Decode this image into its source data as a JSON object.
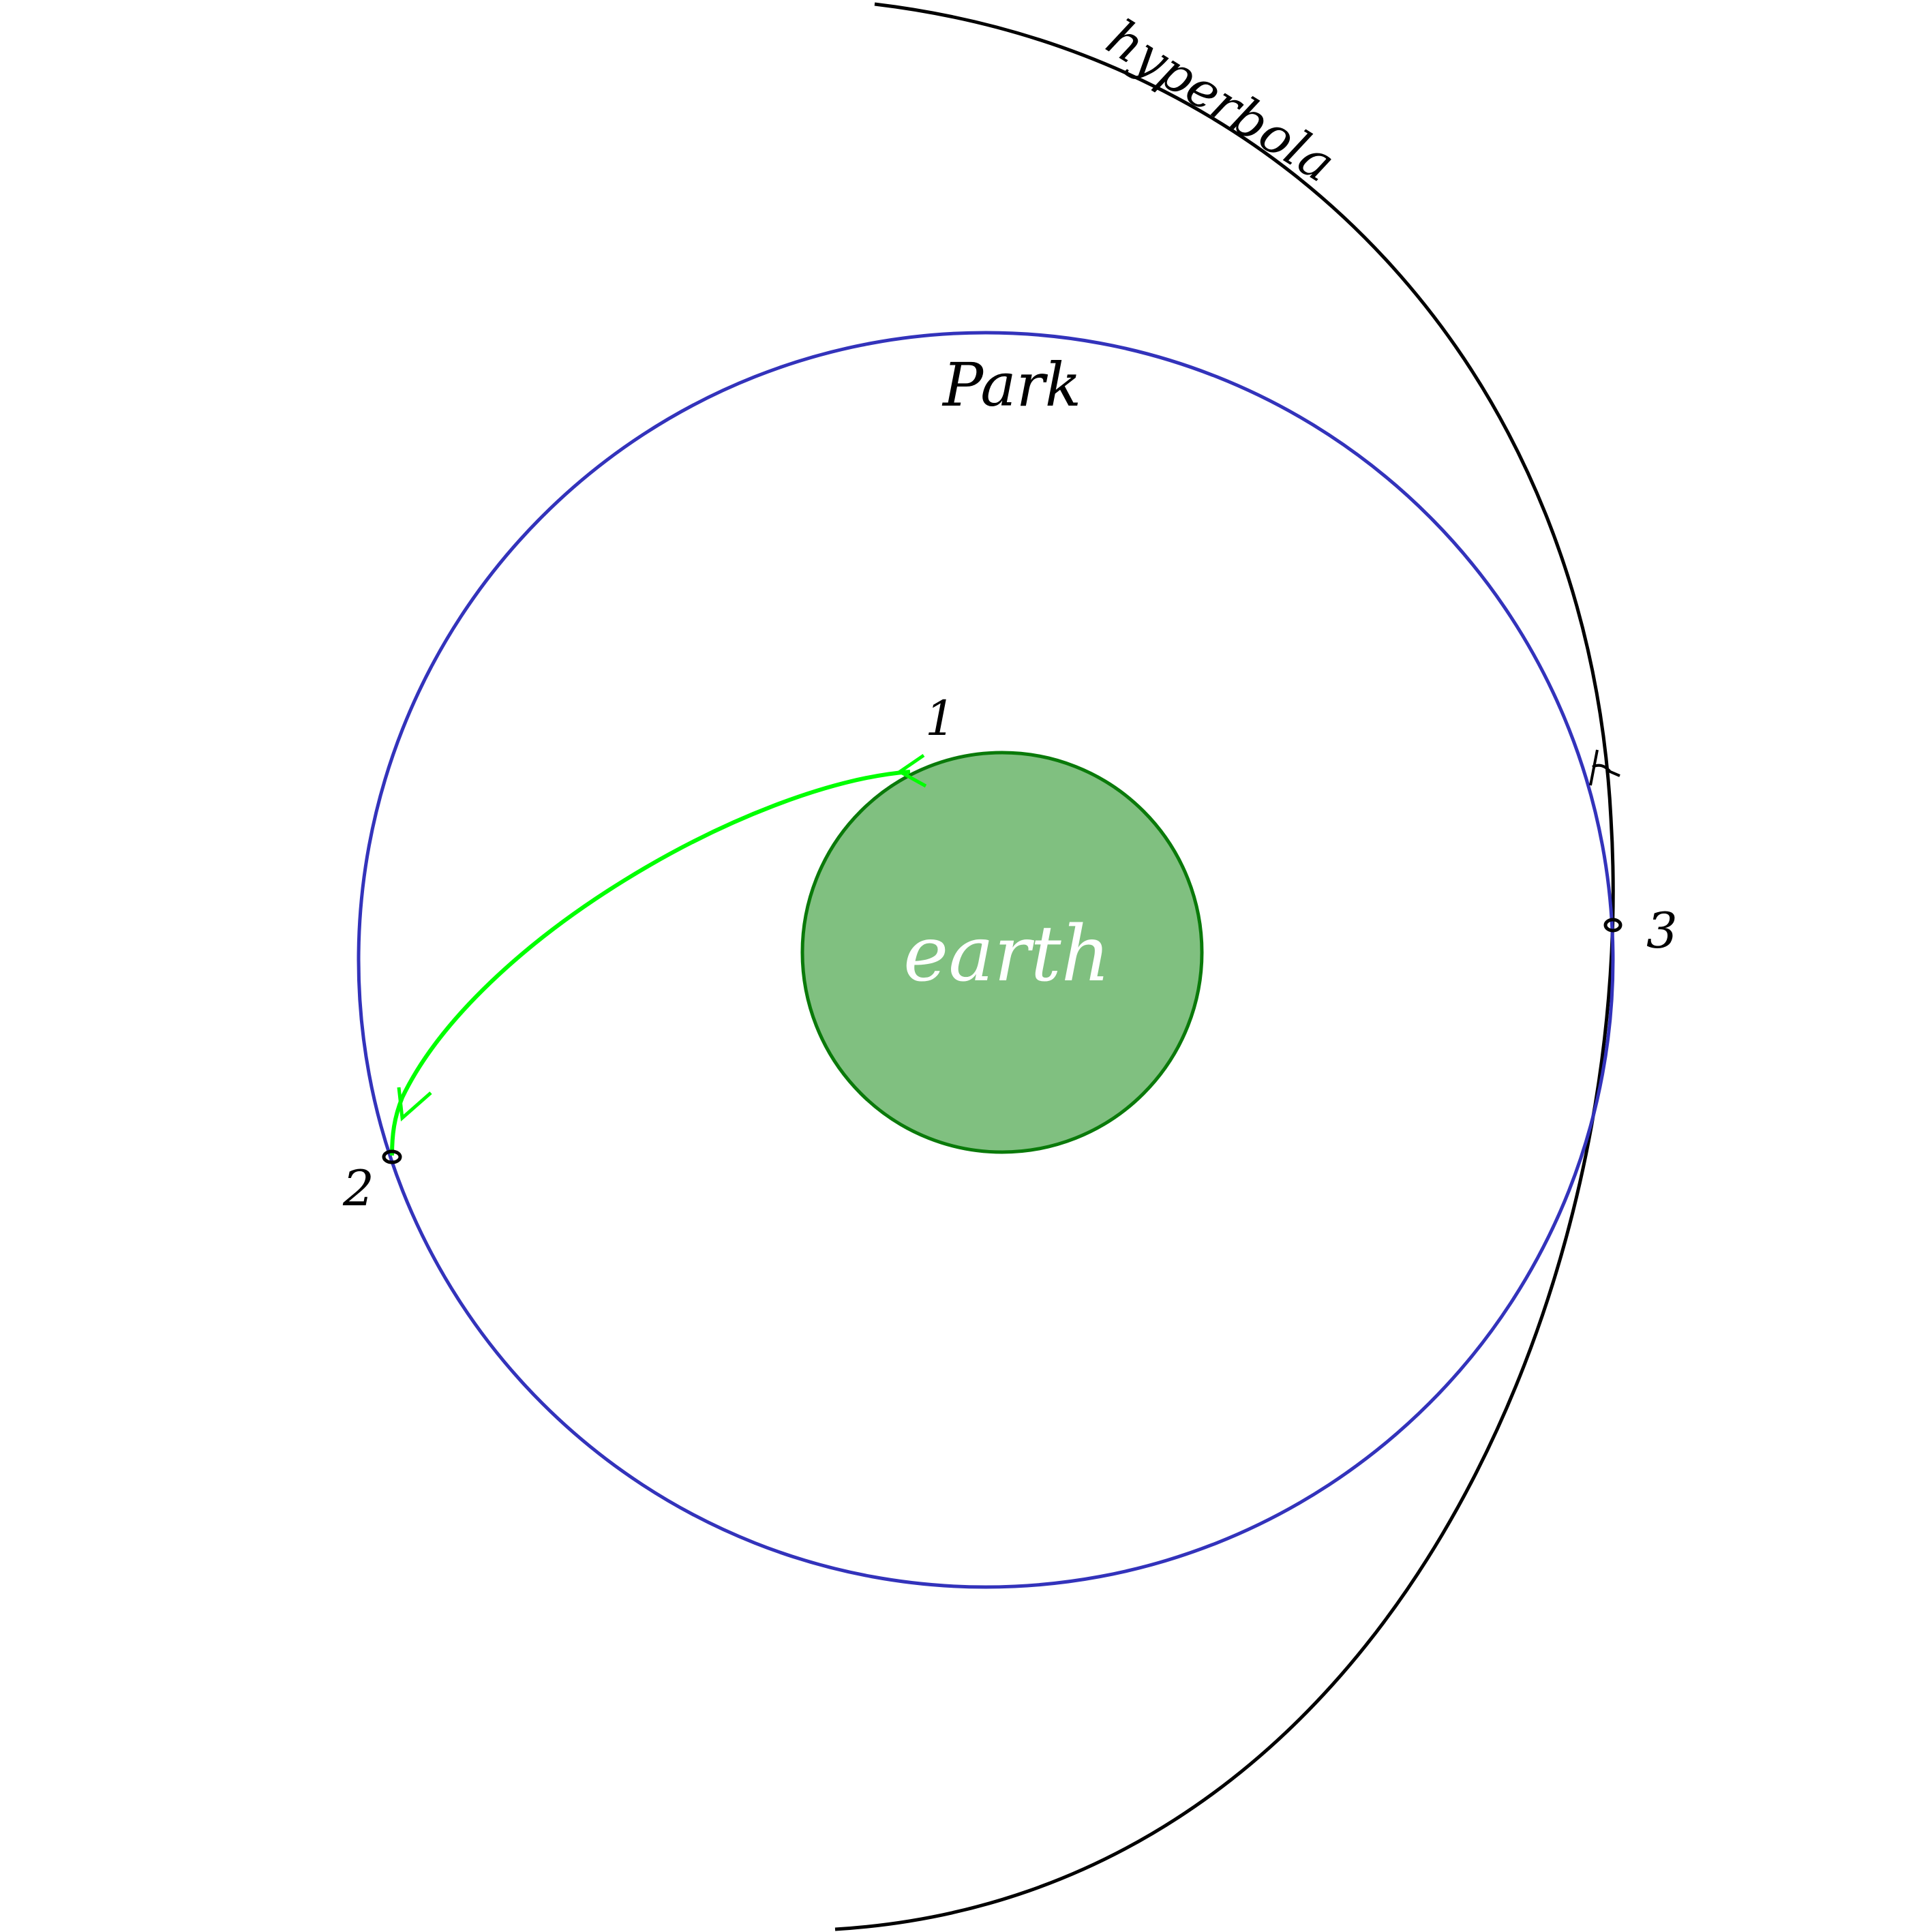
{
  "labels": {
    "hyperbola": "hyperbola",
    "park": "Park",
    "earth": "earth",
    "point_1": "1",
    "point_2": "2",
    "point_3": "3"
  },
  "colors": {
    "background": "#ffffff",
    "earth_fill": "#80c080",
    "earth_stroke": "#0a7a0a",
    "earth_label": "#ffffff",
    "parking_orbit": "#3333bb",
    "hyperbola": "#000000",
    "transfer_arc": "#00ff00",
    "label_text": "#000000"
  }
}
